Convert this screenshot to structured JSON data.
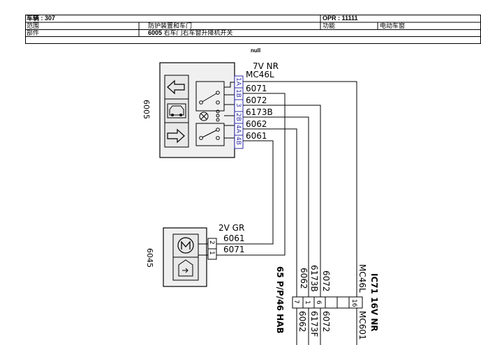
{
  "header": {
    "vehicle_label": "车辆 : 307",
    "opr_label": "OPR : 11111",
    "range_label": "范围",
    "range_value": "防护装置和车门",
    "function_label": "功能",
    "function_value": "电动车窗",
    "part_label": "部件",
    "part_code": "6005",
    "part_value": " 右车门右车窗升降机开关",
    "null_text": "null"
  },
  "diagram": {
    "comp_6005": {
      "code": "6005",
      "connector": "7V NR",
      "mass_wire": "MC46L",
      "pins": [
        "1A",
        "1B",
        "3",
        "2B",
        "4A",
        "4B"
      ],
      "wires": [
        "6071",
        "6072",
        "6173B",
        "6062",
        "6061"
      ]
    },
    "comp_6045": {
      "code": "6045",
      "connector": "2V GR",
      "pins": [
        "2",
        "1"
      ],
      "wires": [
        "6061",
        "6071"
      ]
    },
    "connector_65": {
      "label": "65 P/P/46 HAB",
      "pins": [
        "7",
        "1",
        "6",
        "16"
      ],
      "wires_top": [
        "6062",
        "6173B",
        "6072",
        "MC46L"
      ],
      "wires_bottom": [
        "6062",
        "6173F",
        "6072",
        "MC601"
      ]
    },
    "connector_ic71": {
      "label": "IC71 16V NR"
    }
  },
  "colors": {
    "line": "#000000",
    "pin_box": "#2a2aa8",
    "component_fill": "#f0f0f0"
  }
}
